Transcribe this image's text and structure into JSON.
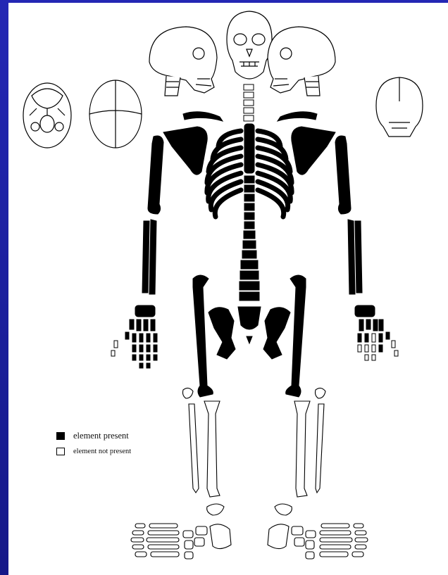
{
  "legend": {
    "present_label": "element present",
    "absent_label": "element not present"
  },
  "colors": {
    "background": "#1b1f9c",
    "sheet": "#ffffff",
    "present_fill": "#000000",
    "absent_fill": "#ffffff",
    "outline": "#000000"
  },
  "elements": {
    "present": [
      "scapula",
      "clavicle",
      "ribs",
      "vertebrae",
      "humerus",
      "radius",
      "ulna",
      "hand-bones",
      "pelvis",
      "sacrum",
      "femur"
    ],
    "not_present": [
      "cranium",
      "mandible",
      "patella",
      "tibia",
      "fibula",
      "foot-bones"
    ]
  }
}
